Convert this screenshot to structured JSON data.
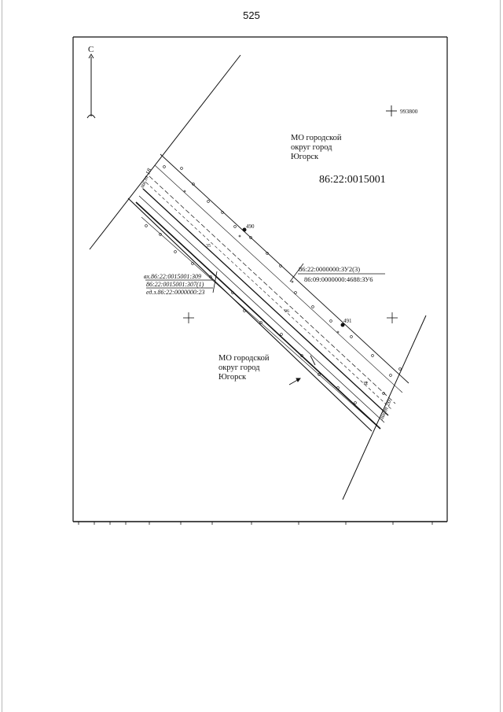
{
  "page_number": "525",
  "north_arrow": {
    "letter": "С"
  },
  "coordinate_mark": "993800",
  "territories": {
    "upper": [
      "МО городской",
      "округ город",
      "Югорск"
    ],
    "lower": [
      "МО городской",
      "округ город",
      "Югорск"
    ]
  },
  "quarter_number": "86:22:0015001",
  "sheet_labels": {
    "left": "лист 18",
    "right": "лист 20"
  },
  "parcels_right": [
    "86:22:0000000:ЗУ2(3)",
    "86:09:0000000:4688:ЗУ6"
  ],
  "parcels_left": [
    "вх.86:22:0015001:309",
    "86:22:0015001:307(1)",
    "ед.з.86:22:0000000:23"
  ],
  "points": [
    "490",
    "491"
  ],
  "small_labels": [
    "35",
    "96",
    "12"
  ]
}
